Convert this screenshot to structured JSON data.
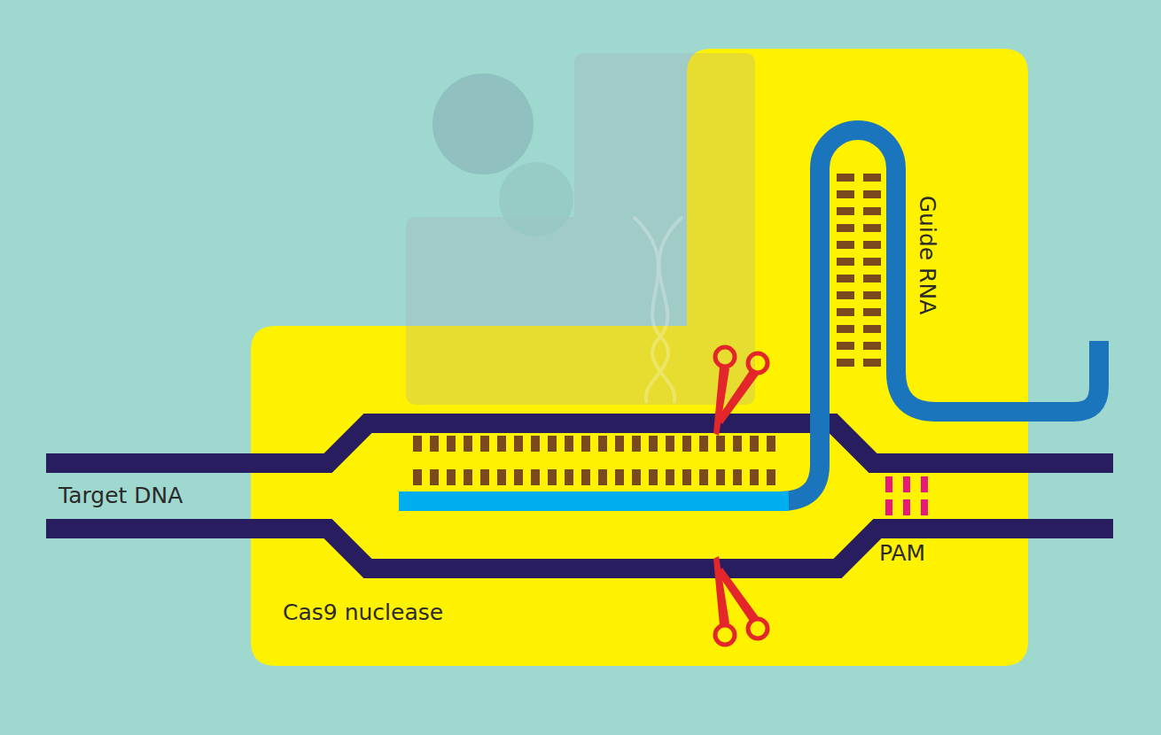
{
  "diagram": {
    "nodes": [
      {
        "text": [
          "Cas9 nuclease"
        ]
      }
    ],
    "labels": [
      "Guide RNA",
      "Target DNA",
      "PAM"
    ]
  }
}
